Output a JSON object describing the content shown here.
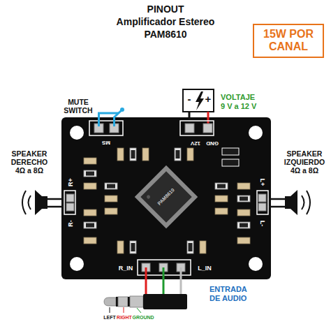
{
  "diagram": {
    "title": "PINOUT",
    "nodes": [
      {
        "text": [
          "15W POR CANAL"
        ]
      }
    ],
    "labels": [
      "Amplificador Estereo",
      "PAM8610",
      "MUTE SWITCH",
      "MS",
      "-",
      "+",
      "VOLTAJE 9 V a 12 V",
      "12V",
      "GND",
      "SPEAKER DERECHO 4Ω a 8Ω",
      "R+",
      "R-",
      "SPEAKER IZQUIERDO 4Ω a 8Ω",
      "L+",
      "L-",
      "PAM8610",
      "R_IN",
      "L_IN",
      "ENTRADA DE AUDIO",
      "LEFT",
      "RIGHT",
      "GROUND"
    ]
  }
}
